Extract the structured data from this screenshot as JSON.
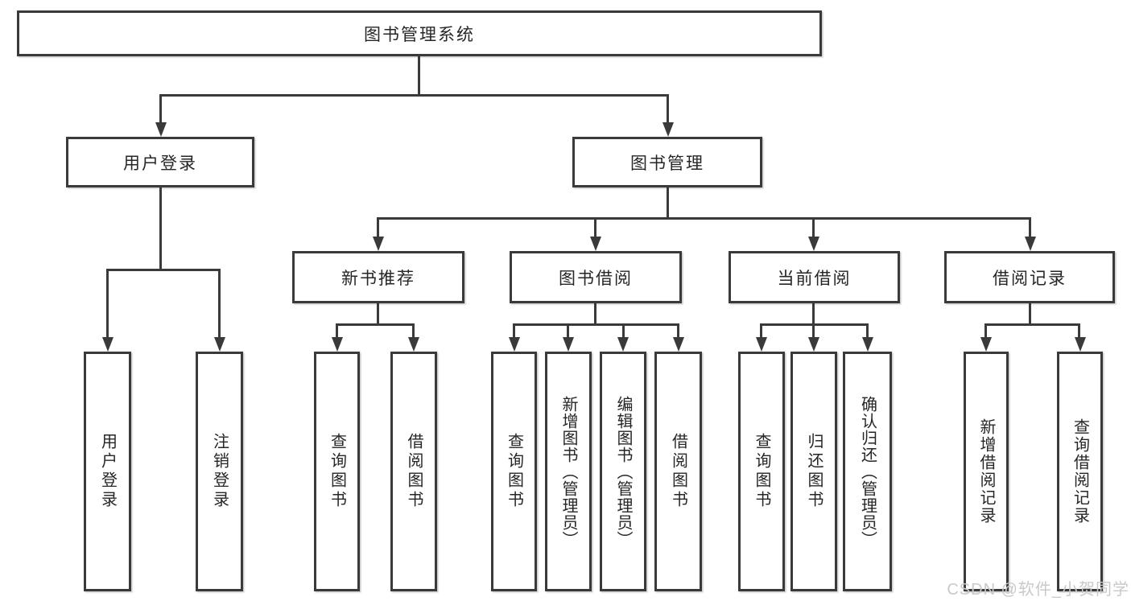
{
  "diagram": {
    "title": "图书管理系统",
    "level2": [
      {
        "label": "用户登录"
      },
      {
        "label": "图书管理"
      }
    ],
    "level3": [
      {
        "label": "新书推荐"
      },
      {
        "label": "图书借阅"
      },
      {
        "label": "当前借阅"
      },
      {
        "label": "借阅记录"
      }
    ],
    "leaves": {
      "user": [
        "用户登录",
        "注销登录"
      ],
      "recommend": [
        "查询图书",
        "借阅图书"
      ],
      "borrow": [
        "查询图书",
        "新增图书（管理员）",
        "编辑图书（管理员）",
        "借阅图书"
      ],
      "current": [
        "查询图书",
        "归还图书",
        "确认归还（管理员）"
      ],
      "record": [
        "新增借阅记录",
        "查询借阅记录"
      ]
    }
  },
  "watermark": "CSDN @软件_小贺同学",
  "colors": {
    "line": "#3a3a3a",
    "text": "#262626",
    "watermark": "#c9c9c9",
    "background": "#ffffff"
  }
}
